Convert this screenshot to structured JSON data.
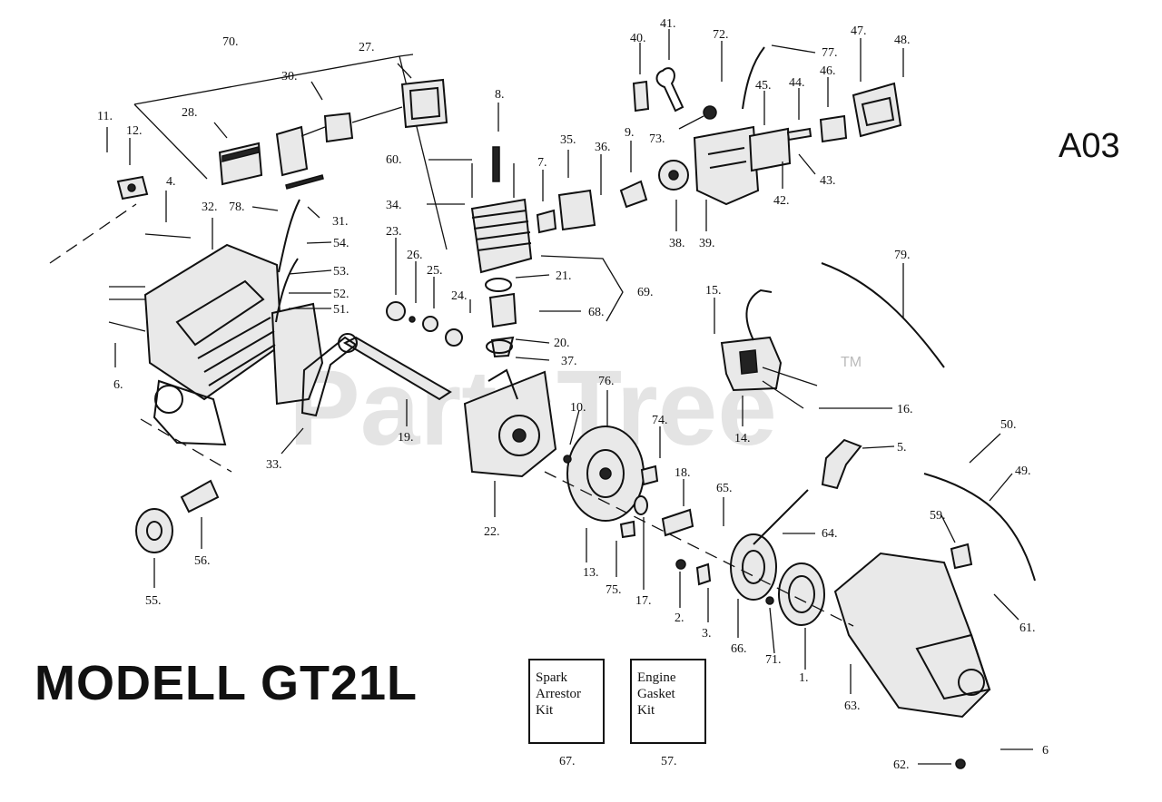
{
  "page_code": "A03",
  "model_title": "MODELL GT21L",
  "watermark": "PartsTree",
  "watermark_tm": "TM",
  "kits": [
    {
      "lines": [
        "Spark",
        "Arrestor",
        "Kit"
      ],
      "number": "67."
    },
    {
      "lines": [
        "Engine",
        "Gasket",
        "Kit"
      ],
      "number": "57."
    }
  ],
  "callouts": [
    "70.",
    "27.",
    "30.",
    "28.",
    "11.",
    "12.",
    "4.",
    "32.",
    "78.",
    "31.",
    "54.",
    "53.",
    "52.",
    "51.",
    "6.",
    "33.",
    "19.",
    "8.",
    "60.",
    "34.",
    "7.",
    "35.",
    "36.",
    "9.",
    "23.",
    "26.",
    "25.",
    "24.",
    "21.",
    "68.",
    "69.",
    "20.",
    "37.",
    "40.",
    "41.",
    "72.",
    "77.",
    "73.",
    "45.",
    "44.",
    "46.",
    "47.",
    "48.",
    "38.",
    "39.",
    "42.",
    "43.",
    "79.",
    "15.",
    "16.",
    "14.",
    "5.",
    "50.",
    "49.",
    "76.",
    "10.",
    "22.",
    "74.",
    "18.",
    "65.",
    "64.",
    "59.",
    "61.",
    "13.",
    "75.",
    "17.",
    "2.",
    "3.",
    "66.",
    "71.",
    "1.",
    "63.",
    "62.",
    "6",
    "55.",
    "56."
  ]
}
